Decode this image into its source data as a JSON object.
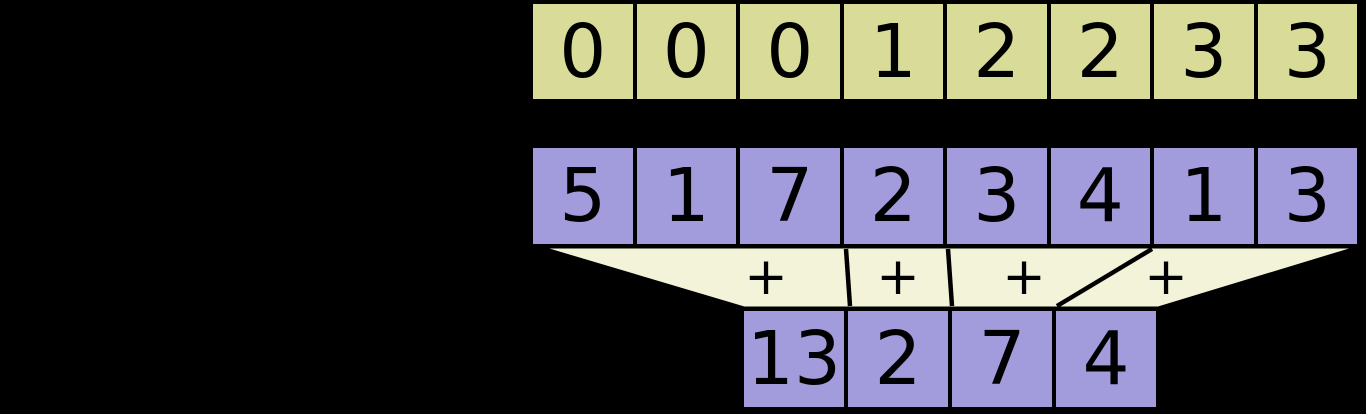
{
  "diagram": {
    "rows": {
      "keys": {
        "fill": "#d9dc99",
        "cells": [
          "0",
          "0",
          "0",
          "1",
          "2",
          "2",
          "3",
          "3"
        ]
      },
      "values": {
        "fill": "#a29bdc",
        "cells": [
          "5",
          "1",
          "7",
          "2",
          "3",
          "4",
          "1",
          "3"
        ]
      },
      "sums": {
        "fill": "#a29bdc",
        "cells": [
          "13",
          "2",
          "7",
          "4"
        ]
      }
    },
    "funnel": {
      "fill": "#f2f3d9",
      "operators": [
        "+",
        "+",
        "+",
        "+"
      ]
    },
    "colors": {
      "background": "#000000",
      "border": "#000000",
      "text": "#000000"
    }
  }
}
